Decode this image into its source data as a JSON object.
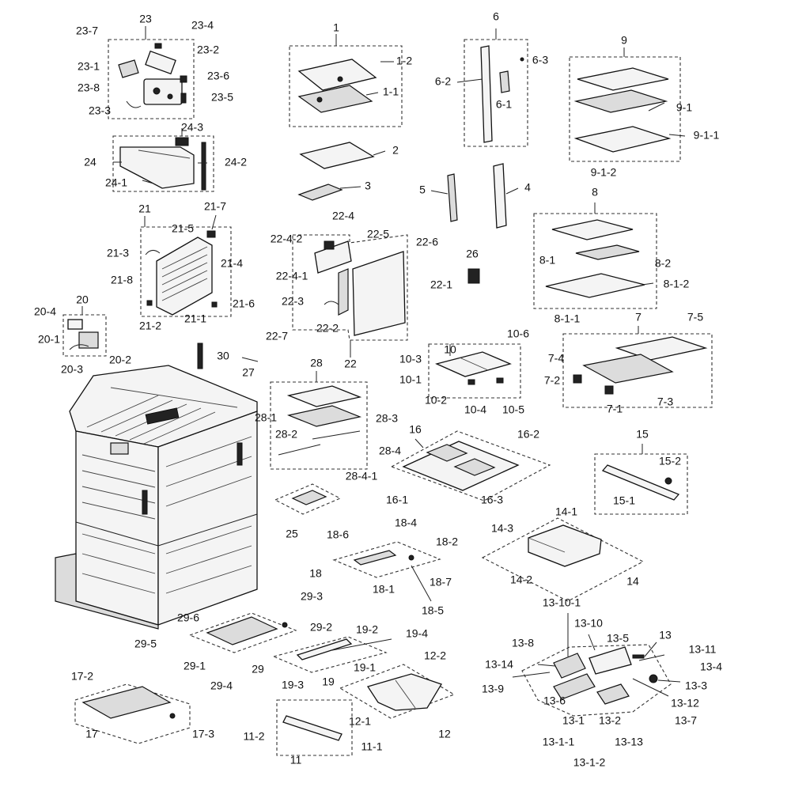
{
  "labels": {
    "l1": "1",
    "l1_2": "1-2",
    "l1_1": "1-1",
    "l2": "2",
    "l3": "3",
    "l4": "4",
    "l5": "5",
    "l6": "6",
    "l6_2": "6-2",
    "l6_3": "6-3",
    "l6_1": "6-1",
    "l7": "7",
    "l7_5": "7-5",
    "l7_4": "7-4",
    "l7_2": "7-2",
    "l7_1": "7-1",
    "l7_3": "7-3",
    "l8": "8",
    "l8_1": "8-1",
    "l8_2": "8-2",
    "l8_1_2": "8-1-2",
    "l8_1_1": "8-1-1",
    "l9": "9",
    "l9_1": "9-1",
    "l9_1_1": "9-1-1",
    "l9_1_2": "9-1-2",
    "l10": "10",
    "l10_6": "10-6",
    "l10_3": "10-3",
    "l10_1": "10-1",
    "l10_2": "10-2",
    "l10_4": "10-4",
    "l10_5": "10-5",
    "l11": "11",
    "l11_1": "11-1",
    "l11_2": "11-2",
    "l12": "12",
    "l12_2": "12-2",
    "l12_1": "12-1",
    "l13": "13",
    "l13_10_1": "13-10-1",
    "l13_10": "13-10",
    "l13_5": "13-5",
    "l13_11": "13-11",
    "l13_8": "13-8",
    "l13_4": "13-4",
    "l13_14": "13-14",
    "l13_3": "13-3",
    "l13_9": "13-9",
    "l13_12": "13-12",
    "l13_6": "13-6",
    "l13_7": "13-7",
    "l13_1": "13-1",
    "l13_2": "13-2",
    "l13_1_1": "13-1-1",
    "l13_13": "13-13",
    "l13_1_2": "13-1-2",
    "l14": "14",
    "l14_1": "14-1",
    "l14_3": "14-3",
    "l14_2": "14-2",
    "l15": "15",
    "l15_2": "15-2",
    "l15_1": "15-1",
    "l16": "16",
    "l16_2": "16-2",
    "l16_1": "16-1",
    "l16_3": "16-3",
    "l17": "17",
    "l17_2": "17-2",
    "l17_3": "17-3",
    "l18": "18",
    "l18_6": "18-6",
    "l18_4": "18-4",
    "l18_2": "18-2",
    "l18_1": "18-1",
    "l18_7": "18-7",
    "l18_5": "18-5",
    "l19": "19",
    "l19_2": "19-2",
    "l19_4": "19-4",
    "l19_1": "19-1",
    "l19_3": "19-3",
    "l20": "20",
    "l20_4": "20-4",
    "l20_1": "20-1",
    "l20_3": "20-3",
    "l20_2": "20-2",
    "l21": "21",
    "l21_7": "21-7",
    "l21_5": "21-5",
    "l21_3": "21-3",
    "l21_4": "21-4",
    "l21_8": "21-8",
    "l21_6": "21-6",
    "l21_2": "21-2",
    "l21_1": "21-1",
    "l22": "22",
    "l22_4": "22-4",
    "l22_4_2": "22-4-2",
    "l22_5": "22-5",
    "l22_6": "22-6",
    "l22_4_1": "22-4-1",
    "l22_1": "22-1",
    "l22_3": "22-3",
    "l22_2": "22-2",
    "l22_7": "22-7",
    "l23": "23",
    "l23_7": "23-7",
    "l23_4": "23-4",
    "l23_2": "23-2",
    "l23_1": "23-1",
    "l23_6": "23-6",
    "l23_8": "23-8",
    "l23_5": "23-5",
    "l23_3": "23-3",
    "l24": "24",
    "l24_3": "24-3",
    "l24_2": "24-2",
    "l24_1": "24-1",
    "l25": "25",
    "l26": "26",
    "l27": "27",
    "l28": "28",
    "l28_1": "28-1",
    "l28_3": "28-3",
    "l28_2": "28-2",
    "l28_4": "28-4",
    "l28_4_1": "28-4-1",
    "l29": "29",
    "l29_3": "29-3",
    "l29_6": "29-6",
    "l29_2": "29-2",
    "l29_5": "29-5",
    "l29_1": "29-1",
    "l29_4": "29-4",
    "l30": "30"
  }
}
